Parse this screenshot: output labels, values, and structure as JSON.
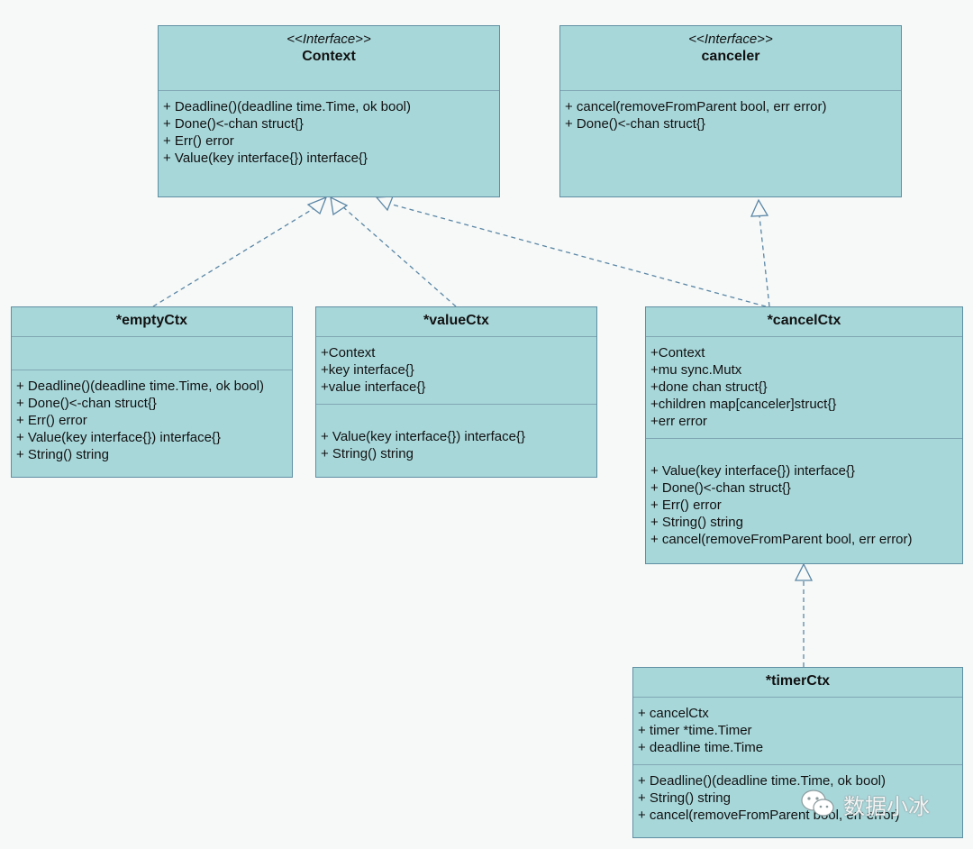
{
  "classes": {
    "context": {
      "stereotype": "<<Interface>>",
      "name": "Context",
      "methods": [
        "+ Deadline()(deadline time.Time, ok bool)",
        "+ Done()<-chan struct{}",
        "+ Err() error",
        "+ Value(key interface{}) interface{}"
      ]
    },
    "canceler": {
      "stereotype": "<<Interface>>",
      "name": "canceler",
      "methods": [
        "+ cancel(removeFromParent bool, err error)",
        "+ Done()<-chan struct{}"
      ]
    },
    "emptyCtx": {
      "name": "*emptyCtx",
      "fields": [],
      "methods": [
        "+ Deadline()(deadline time.Time, ok bool)",
        "+ Done()<-chan struct{}",
        "+ Err() error",
        "+ Value(key interface{}) interface{}",
        "+ String() string"
      ]
    },
    "valueCtx": {
      "name": "*valueCtx",
      "fields": [
        "+Context",
        "+key interface{}",
        "+value interface{}"
      ],
      "methods": [
        "+ Value(key interface{}) interface{}",
        "+ String() string"
      ]
    },
    "cancelCtx": {
      "name": "*cancelCtx",
      "fields": [
        "+Context",
        "+mu sync.Mutx",
        "+done chan struct{}",
        "+children map[canceler]struct{}",
        "+err error"
      ],
      "methods": [
        "+ Value(key interface{}) interface{}",
        "+ Done()<-chan struct{}",
        "+ Err() error",
        "+ String() string",
        "+ cancel(removeFromParent bool, err error)"
      ]
    },
    "timerCtx": {
      "name": "*timerCtx",
      "fields": [
        "+ cancelCtx",
        "+ timer *time.Timer",
        "+ deadline time.Time"
      ],
      "methods": [
        "+ Deadline()(deadline time.Time, ok bool)",
        "+ String() string",
        "+ cancel(removeFromParent bool, err error)"
      ]
    }
  },
  "relations": [
    {
      "from": "emptyCtx",
      "to": "context",
      "type": "realization"
    },
    {
      "from": "valueCtx",
      "to": "context",
      "type": "realization"
    },
    {
      "from": "cancelCtx",
      "to": "context",
      "type": "realization"
    },
    {
      "from": "cancelCtx",
      "to": "canceler",
      "type": "realization"
    },
    {
      "from": "timerCtx",
      "to": "cancelCtx",
      "type": "realization"
    }
  ],
  "colors": {
    "class_fill": "#a8d7da",
    "class_border": "#5f8fa3",
    "connector": "#5b86a6",
    "background": "#f6f9f7"
  },
  "watermark": {
    "icon": "wechat-icon",
    "text": "数据小冰"
  }
}
